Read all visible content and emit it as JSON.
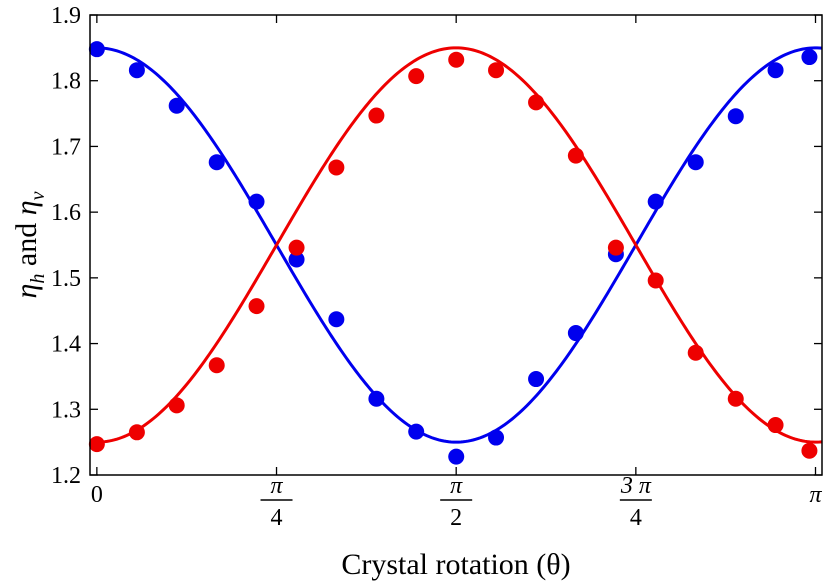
{
  "chart_data": {
    "type": "scatter",
    "xlabel": "Crystal rotation (θ)",
    "ylabel": {
      "base": "η",
      "sub1": "h",
      "conj": " and ",
      "sub2": "v"
    },
    "xlim": [
      -0.03,
      3.17
    ],
    "ylim": [
      1.2,
      1.9
    ],
    "yticks": [
      {
        "value": 1.2,
        "label": "1.2"
      },
      {
        "value": 1.3,
        "label": "1.3"
      },
      {
        "value": 1.4,
        "label": "1.4"
      },
      {
        "value": 1.5,
        "label": "1.5"
      },
      {
        "value": 1.6,
        "label": "1.6"
      },
      {
        "value": 1.7,
        "label": "1.7"
      },
      {
        "value": 1.8,
        "label": "1.8"
      },
      {
        "value": 1.9,
        "label": "1.9"
      }
    ],
    "xticks": [
      {
        "value": 0,
        "label": "0"
      },
      {
        "value": 0.7854,
        "num": "π",
        "den": "4"
      },
      {
        "value": 1.5708,
        "num": "π",
        "den": "2"
      },
      {
        "value": 2.3562,
        "num": "3 π",
        "den": "4"
      },
      {
        "value": 3.1416,
        "label": "π"
      }
    ],
    "grid": false,
    "series": [
      {
        "color": "#0000ee",
        "kind": "measured",
        "points": [
          [
            0.0,
            1.848
          ],
          [
            0.175,
            1.816
          ],
          [
            0.349,
            1.762
          ],
          [
            0.524,
            1.676
          ],
          [
            0.698,
            1.616
          ],
          [
            0.873,
            1.528
          ],
          [
            1.047,
            1.437
          ],
          [
            1.222,
            1.316
          ],
          [
            1.396,
            1.266
          ],
          [
            1.571,
            1.228
          ],
          [
            1.745,
            1.257
          ],
          [
            1.92,
            1.346
          ],
          [
            2.094,
            1.416
          ],
          [
            2.269,
            1.536
          ],
          [
            2.443,
            1.616
          ],
          [
            2.618,
            1.676
          ],
          [
            2.793,
            1.746
          ],
          [
            2.967,
            1.816
          ],
          [
            3.115,
            1.836
          ]
        ]
      },
      {
        "color": "#ee0000",
        "kind": "measured",
        "points": [
          [
            0.0,
            1.247
          ],
          [
            0.175,
            1.265
          ],
          [
            0.349,
            1.306
          ],
          [
            0.524,
            1.367
          ],
          [
            0.698,
            1.457
          ],
          [
            0.873,
            1.546
          ],
          [
            1.047,
            1.668
          ],
          [
            1.222,
            1.747
          ],
          [
            1.396,
            1.807
          ],
          [
            1.571,
            1.832
          ],
          [
            1.745,
            1.816
          ],
          [
            1.92,
            1.767
          ],
          [
            2.094,
            1.686
          ],
          [
            2.269,
            1.546
          ],
          [
            2.443,
            1.496
          ],
          [
            2.618,
            1.386
          ],
          [
            2.793,
            1.316
          ],
          [
            2.967,
            1.276
          ],
          [
            3.115,
            1.237
          ]
        ]
      },
      {
        "color": "#0000ee",
        "kind": "fit",
        "model": "cos2",
        "mean": 1.55,
        "amplitude": 0.3,
        "direction": 1
      },
      {
        "color": "#ee0000",
        "kind": "fit",
        "model": "cos2",
        "mean": 1.55,
        "amplitude": 0.3,
        "direction": -1
      }
    ]
  }
}
